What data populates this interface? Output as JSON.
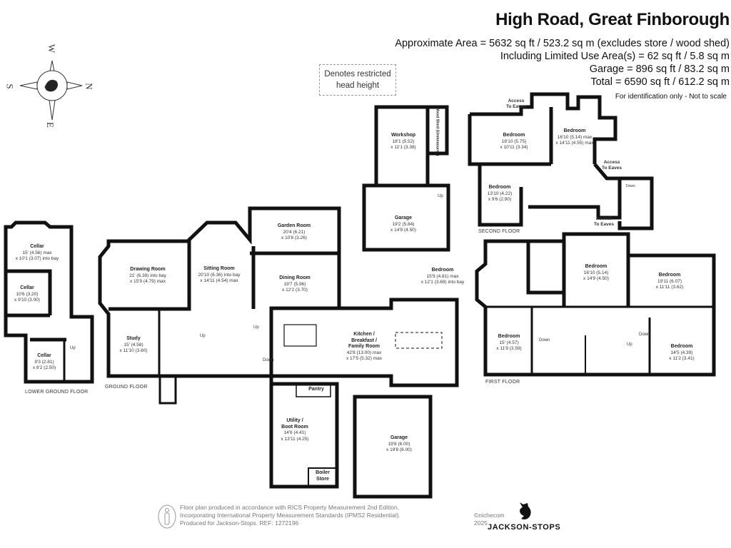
{
  "header": {
    "title": "High Road, Great Finborough",
    "area_lines": [
      "Approximate Area = 5632 sq ft / 523.2 sq m (excludes store / wood shed)",
      "Including Limited Use Area(s) = 62 sq ft / 5.8 sq m",
      "Garage = 896 sq ft / 83.2 sq m",
      "Total = 6590 sq ft / 612.2 sq m"
    ],
    "note": "For identification only - Not to scale"
  },
  "legend": {
    "line1": "Denotes restricted",
    "line2": "head height"
  },
  "compass": {
    "n": "N",
    "s": "S",
    "e": "E",
    "w": "W"
  },
  "floors": {
    "lower_ground": "LOWER GROUND FLOOR",
    "ground": "GROUND FLOOR",
    "first": "FIRST FLOOR",
    "second": "SECOND FLOOR"
  },
  "rooms": {
    "cellar1": {
      "name": "Cellar",
      "d1": "15' (4.56) max",
      "d2": "x 10'1 (3.07) into bay"
    },
    "cellar2": {
      "name": "Cellar",
      "d1": "10'6 (3.20)",
      "d2": "x 9'10 (3.00)"
    },
    "cellar3": {
      "name": "Cellar",
      "d1": "9'3 (2.81)",
      "d2": "x 8'2 (2.50)"
    },
    "drawing": {
      "name": "Drawing Room",
      "d1": "21' (6.39) into bay",
      "d2": "x 15'9 (4.79) max"
    },
    "sitting": {
      "name": "Sitting Room",
      "d1": "20'10 (6.36) into bay",
      "d2": "x 14'11 (4.54) max"
    },
    "garden": {
      "name": "Garden Room",
      "d1": "20'4 (6.21)",
      "d2": "x 10'8 (3.26)"
    },
    "dining": {
      "name": "Dining Room",
      "d1": "19'7 (5.96)",
      "d2": "x 12'2 (3.70)"
    },
    "study": {
      "name": "Study",
      "d1": "15' (4.58)",
      "d2": "x 11'10 (3.60)"
    },
    "kitchen": {
      "name": "Kitchen / Breakfast / Family Room",
      "n1": "Kitchen /",
      "n2": "Breakfast /",
      "n3": "Family Room",
      "d1": "42'8 (13.00) max",
      "d2": "x 17'5 (5.32) max"
    },
    "pantry": {
      "name": "Pantry"
    },
    "utility": {
      "n1": "Utility /",
      "n2": "Boot Room",
      "d1": "14'6 (4.41)",
      "d2": "x 13'11 (4.25)"
    },
    "boiler": {
      "n1": "Boiler",
      "n2": "Store"
    },
    "garage_ground": {
      "name": "Garage",
      "d1": "19'8 (6.00)",
      "d2": "x 19'8 (6.00)"
    },
    "workshop": {
      "name": "Workshop",
      "d1": "18'1 (5.52)",
      "d2": "x 11'1 (3.38)"
    },
    "woodshed": {
      "name": "Wood Shed (Unmeasured)"
    },
    "garage_upper": {
      "name": "Garage",
      "d1": "19'2 (5.84)",
      "d2": "x 14'9 (4.50)"
    },
    "bed_f1": {
      "name": "Bedroom",
      "d1": "15'9 (4.81) max",
      "d2": "x 12'1 (3.69) into bay"
    },
    "bed_f2": {
      "name": "Bedroom",
      "d1": "16'10 (5.14)",
      "d2": "x 14'9 (4.50)"
    },
    "bed_f3": {
      "name": "Bedroom",
      "d1": "19'11 (6.07)",
      "d2": "x 11'11 (3.62)"
    },
    "bed_f4": {
      "name": "Bedroom",
      "d1": "15' (4.57)",
      "d2": "x 11'9 (3.59)"
    },
    "bed_f5": {
      "name": "Bedroom",
      "d1": "14'5 (4.39)",
      "d2": "x 11'2 (3.41)"
    },
    "bed_s1": {
      "name": "Bedroom",
      "d1": "18'10 (5.75)",
      "d2": "x 10'11 (3.34)"
    },
    "bed_s2": {
      "name": "Bedroom",
      "d1": "16'10 (5.14) max",
      "d2": "x 14'11 (4.55) max"
    },
    "bed_s3": {
      "name": "Bedroom",
      "d1": "13'10 (4.22)",
      "d2": "x 9'6 (2.90)"
    }
  },
  "annotations": {
    "up": "Up",
    "down": "Down",
    "access1": "Access",
    "access2": "To Eaves"
  },
  "footer": {
    "line1": "Floor plan produced in accordance with RICS Property Measurement 2nd Edition,",
    "line2": "Incorporating International Property Measurement Standards (IPMS2 Residential).",
    "copyright": "©nichecom 2025.",
    "line3": "Produced for Jackson-Stops.   REF: 1272196",
    "brand": "JACKSON-STOPS"
  }
}
